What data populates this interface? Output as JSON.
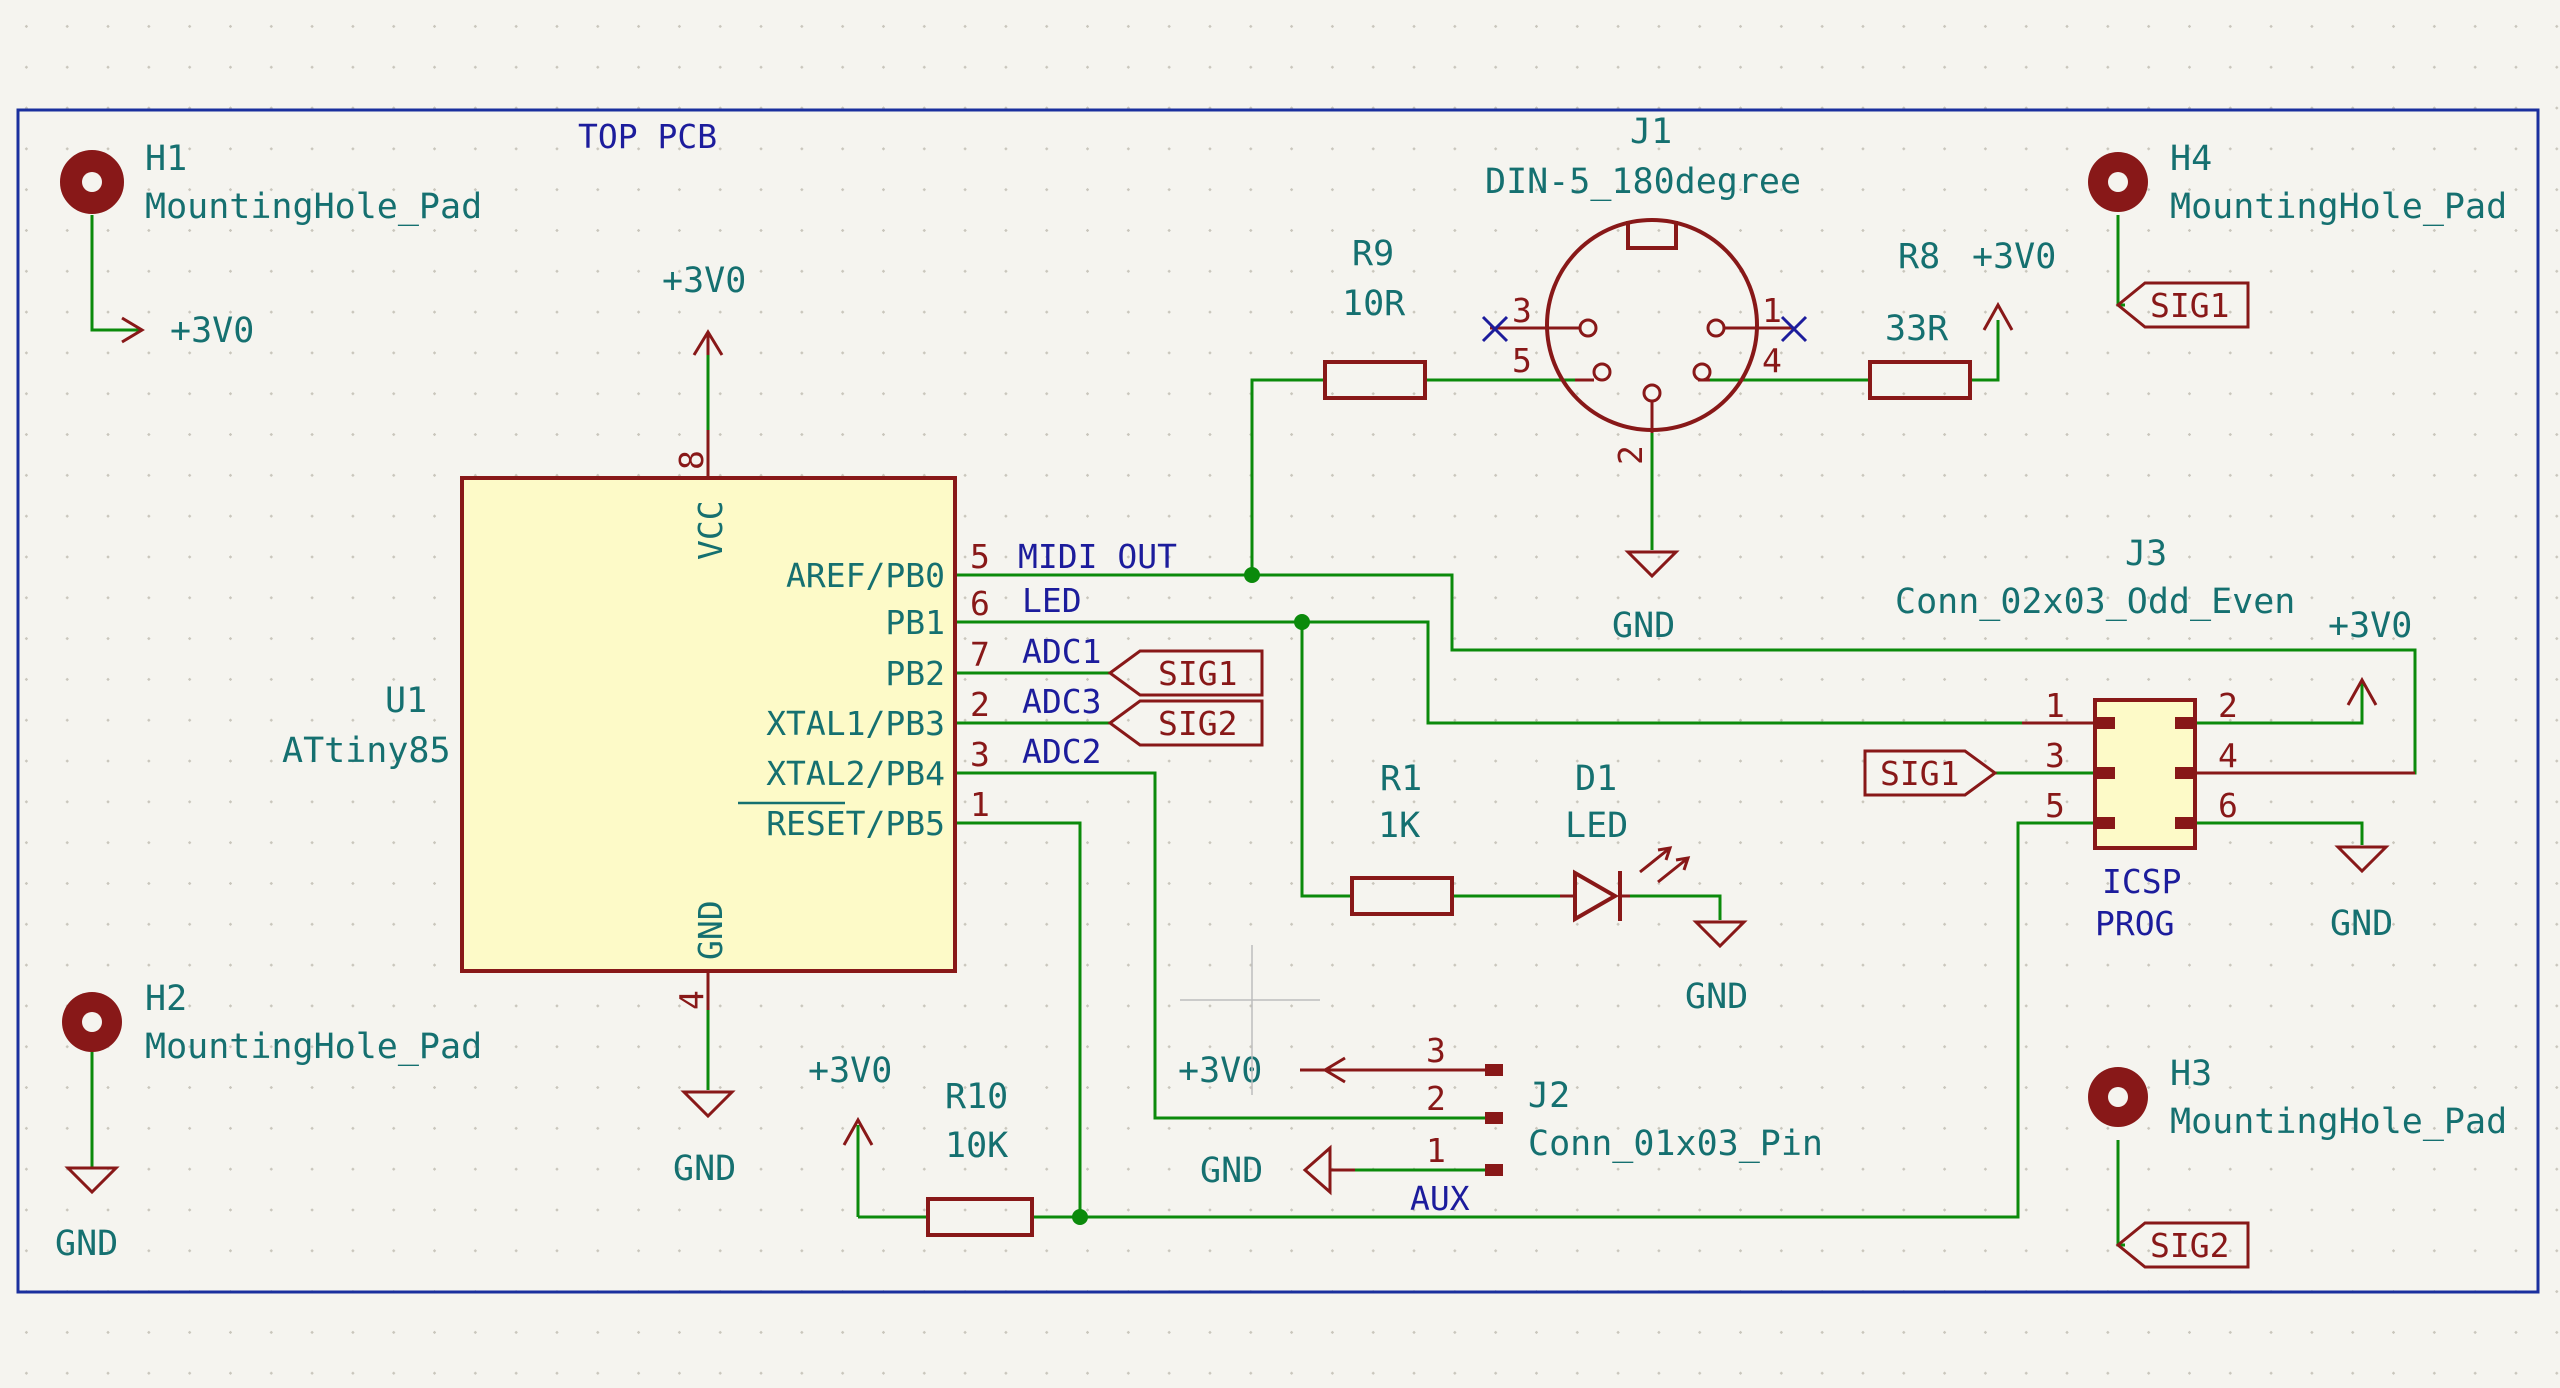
{
  "sheet": {
    "title": "TOP PCB",
    "frame_color": "#1a2f9e"
  },
  "colors": {
    "wire": "#0b8a0b",
    "symbol": "#881818",
    "fill": "#fdfac8",
    "text": "#157070",
    "net": "#1c1c9c"
  },
  "mounting_holes": [
    {
      "ref": "H1",
      "value": "MountingHole_Pad",
      "net": "+3V0"
    },
    {
      "ref": "H2",
      "value": "MountingHole_Pad",
      "net": "GND"
    },
    {
      "ref": "H3",
      "value": "MountingHole_Pad",
      "net": "SIG2"
    },
    {
      "ref": "H4",
      "value": "MountingHole_Pad",
      "net": "SIG1"
    }
  ],
  "u1": {
    "ref": "U1",
    "value": "ATtiny85",
    "vcc_label": "VCC",
    "vcc_pin": "8",
    "gnd_label": "GND",
    "gnd_pin": "4",
    "pins": [
      {
        "name": "AREF/PB0",
        "num": "5",
        "net": "MIDI OUT"
      },
      {
        "name": "PB1",
        "num": "6",
        "net": "LED"
      },
      {
        "name": "PB2",
        "num": "7",
        "net": "ADC1"
      },
      {
        "name": "XTAL1/PB3",
        "num": "2",
        "net": "ADC3"
      },
      {
        "name": "XTAL2/PB4",
        "num": "3",
        "net": "ADC2"
      },
      {
        "name": "RESET/PB5",
        "num": "1",
        "net": ""
      }
    ]
  },
  "power": {
    "v3": "+3V0",
    "gnd": "GND"
  },
  "hier_labels": {
    "sig1": "SIG1",
    "sig2": "SIG2"
  },
  "r9": {
    "ref": "R9",
    "value": "10R"
  },
  "r8": {
    "ref": "R8",
    "value": "33R"
  },
  "r1": {
    "ref": "R1",
    "value": "1K"
  },
  "r10": {
    "ref": "R10",
    "value": "10K"
  },
  "d1": {
    "ref": "D1",
    "value": "LED"
  },
  "j1": {
    "ref": "J1",
    "value": "DIN-5_180degree",
    "pins": [
      "3",
      "1",
      "5",
      "4",
      "2"
    ]
  },
  "j2": {
    "ref": "J2",
    "value": "Conn_01x03_Pin",
    "pins": [
      "3",
      "2",
      "1"
    ],
    "net_aux": "AUX"
  },
  "j3": {
    "ref": "J3",
    "value": "Conn_02x03_Odd_Even",
    "pins": [
      "1",
      "2",
      "3",
      "4",
      "5",
      "6"
    ],
    "label1": "ICSP",
    "label2": "PROG"
  }
}
